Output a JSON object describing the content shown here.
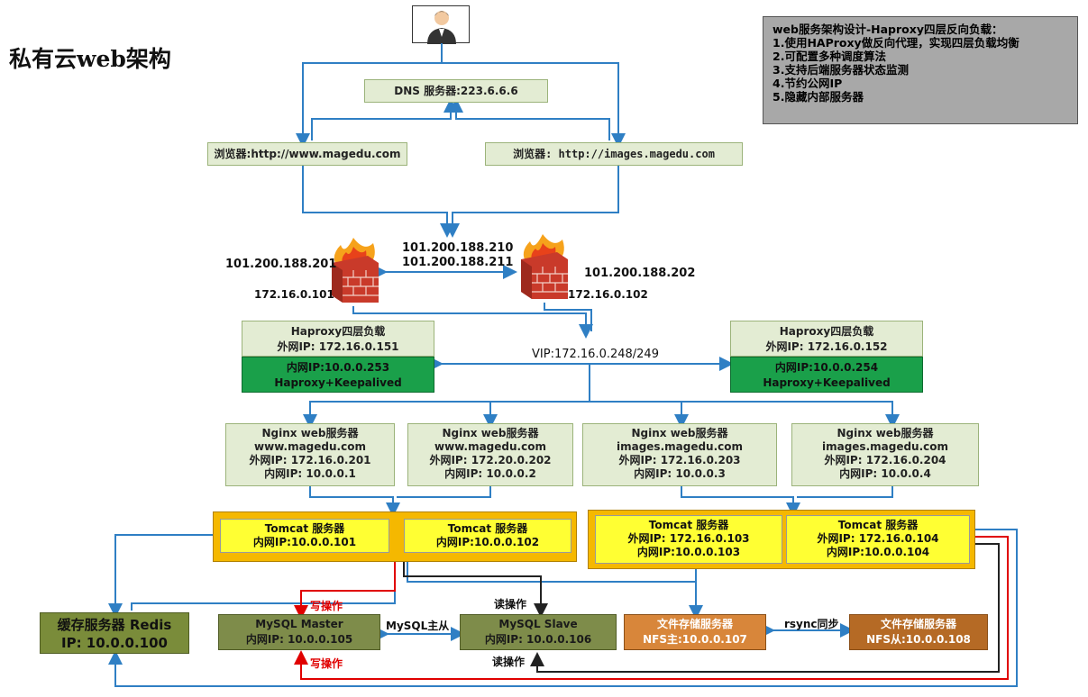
{
  "title": "私有云web架构",
  "notes": {
    "heading": "web服务架构设计-Haproxy四层反向负载：",
    "items": [
      "1.使用HAProxy做反向代理，实现四层负载均衡",
      "2.可配置多种调度算法",
      "3.支持后端服务器状态监测",
      "4.节约公网IP",
      "5.隐藏内部服务器"
    ]
  },
  "dns": "DNS 服务器:223.6.6.6",
  "browsers": [
    "浏览器:http://www.magedu.com",
    "浏览器: http://images.magedu.com"
  ],
  "firewall": {
    "shared_ips": [
      "101.200.188.210",
      "101.200.188.211"
    ],
    "left_public": "101.200.188.201",
    "left_private": "172.16.0.101",
    "right_public": "101.200.188.202",
    "right_private": "172.16.0.102"
  },
  "vip": "VIP:172.16.0.248/249",
  "haproxy": [
    {
      "title": "Haproxy四层负载",
      "ext": "外网IP: 172.16.0.151",
      "int": "内网IP:10.0.0.253",
      "soft": "Haproxy+Keepalived"
    },
    {
      "title": "Haproxy四层负载",
      "ext": "外网IP: 172.16.0.152",
      "int": "内网IP:10.0.0.254",
      "soft": "Haproxy+Keepalived"
    }
  ],
  "nginx": [
    {
      "title": "Nginx web服务器",
      "host": "www.magedu.com",
      "ext": "外网IP: 172.16.0.201",
      "int": "内网IP: 10.0.0.1"
    },
    {
      "title": "Nginx web服务器",
      "host": "www.magedu.com",
      "ext": "外网IP: 172.20.0.202",
      "int": "内网IP: 10.0.0.2"
    },
    {
      "title": "Nginx web服务器",
      "host": "images.magedu.com",
      "ext": "外网IP: 172.16.0.203",
      "int": "内网IP: 10.0.0.3"
    },
    {
      "title": "Nginx web服务器",
      "host": "images.magedu.com",
      "ext": "外网IP: 172.16.0.204",
      "int": "内网IP: 10.0.0.4"
    }
  ],
  "tomcat": [
    {
      "title": "Tomcat 服务器",
      "ext": "",
      "int": "内网IP:10.0.0.101"
    },
    {
      "title": "Tomcat 服务器",
      "ext": "",
      "int": "内网IP:10.0.0.102"
    },
    {
      "title": "Tomcat 服务器",
      "ext": "外网IP: 172.16.0.103",
      "int": "内网IP:10.0.0.103"
    },
    {
      "title": "Tomcat 服务器",
      "ext": "外网IP: 172.16.0.104",
      "int": "内网IP:10.0.0.104"
    }
  ],
  "redis": {
    "title": "缓存服务器 Redis",
    "ip": "IP: 10.0.0.100"
  },
  "mysql_master": {
    "title": "MySQL Master",
    "ip": "内网IP: 10.0.0.105"
  },
  "mysql_slave": {
    "title": "MySQL Slave",
    "ip": "内网IP: 10.0.0.106"
  },
  "mysql_link": "MySQL主从",
  "nfs_master": {
    "title": "文件存储服务器",
    "ip": "NFS主:10.0.0.107"
  },
  "nfs_slave": {
    "title": "文件存储服务器",
    "ip": "NFS从:10.0.0.108"
  },
  "rsync": "rsync同步",
  "ops": {
    "write": "写操作",
    "read": "读操作"
  },
  "colors": {
    "line": "#2f7fc4",
    "red": "#e00000",
    "dark": "#222222"
  }
}
